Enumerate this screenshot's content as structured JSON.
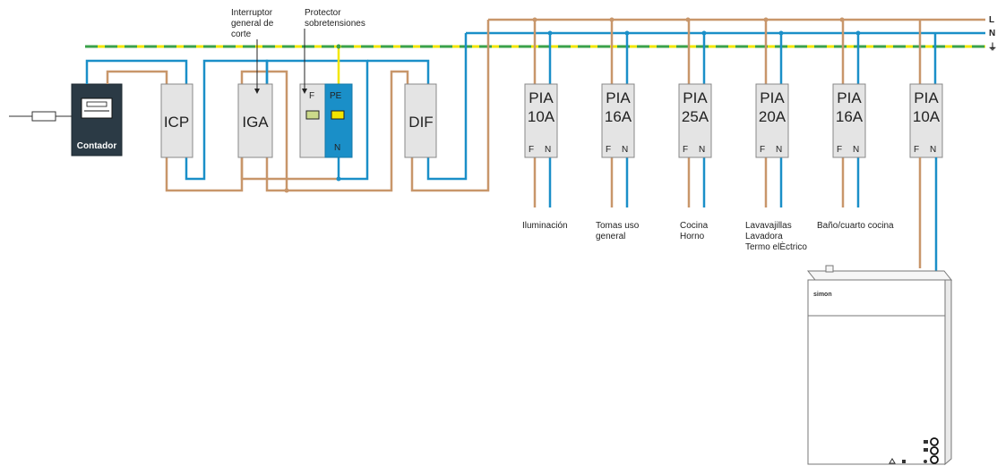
{
  "legend": {
    "line": "L",
    "neutral": "N",
    "earth_symbol": "⏚"
  },
  "annotations": {
    "igc": [
      "Interruptor",
      "general de",
      "corte"
    ],
    "protector": [
      "Protector",
      "sobretensiones"
    ]
  },
  "meter": {
    "label": "Contador"
  },
  "icp": {
    "label": "ICP"
  },
  "iga": {
    "label": "IGA"
  },
  "protector_device": {
    "phase": "F",
    "earth": "PE",
    "neutral": "N"
  },
  "dif": {
    "label": "DIF"
  },
  "pias": [
    {
      "name": "PIA",
      "rating": "10A",
      "f": "F",
      "n": "N",
      "circuit": [
        "Iluminación"
      ]
    },
    {
      "name": "PIA",
      "rating": "16A",
      "f": "F",
      "n": "N",
      "circuit": [
        "Tomas uso",
        "general"
      ]
    },
    {
      "name": "PIA",
      "rating": "25A",
      "f": "F",
      "n": "N",
      "circuit": [
        "Cocina",
        "Horno"
      ]
    },
    {
      "name": "PIA",
      "rating": "20A",
      "f": "F",
      "n": "N",
      "circuit": [
        "Lavavajillas",
        "Lavadora",
        "Termo elÈctrico"
      ]
    },
    {
      "name": "PIA",
      "rating": "16A",
      "f": "F",
      "n": "N",
      "circuit": [
        "Baño/cuarto cocina"
      ]
    },
    {
      "name": "PIA",
      "rating": "10A",
      "f": "F",
      "n": "N",
      "circuit": []
    }
  ],
  "panel": {
    "brand": "simon"
  },
  "colors": {
    "line": "#c8966a",
    "neutral": "#1a8fc8",
    "earth_green": "#3aa14a",
    "earth_yellow": "#f2e600",
    "device_fill": "#e4e4e4",
    "meter_fill": "#2b3a45",
    "protector_fill": "#1a8fc8"
  }
}
